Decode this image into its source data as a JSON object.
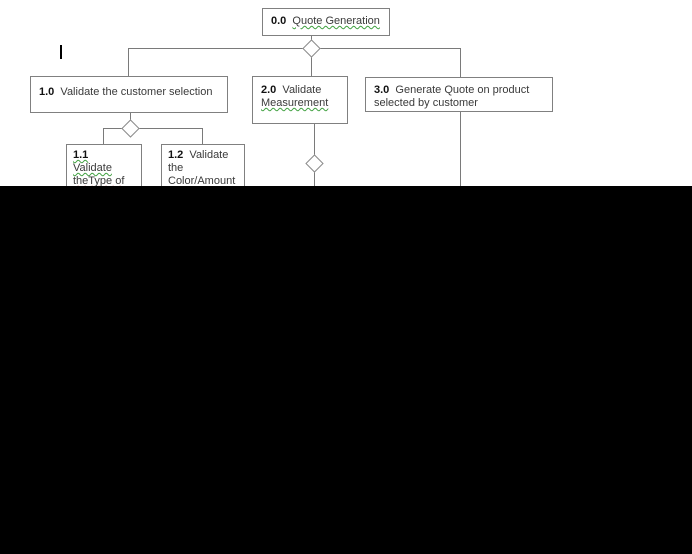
{
  "diagram": {
    "type": "functional-decomposition-tree",
    "title_node": "0.0 Quote Generation",
    "nodes": [
      {
        "id": "0.0",
        "number": "0.0",
        "label": "Quote Generation",
        "misspelled_word": "Generation",
        "spellcheck": "green-wavy"
      },
      {
        "id": "1.0",
        "number": "1.0",
        "label": "Validate the customer selection",
        "spellcheck": "none"
      },
      {
        "id": "2.0",
        "number": "2.0",
        "label_line1": "Validate",
        "label_line2": "Measurement",
        "misspelled_word": "Measurement",
        "spellcheck": "green-wavy"
      },
      {
        "id": "3.0",
        "number": "3.0",
        "label_line1": "Generate Quote on product",
        "label_line2": "selected by customer",
        "spellcheck": "none"
      },
      {
        "id": "1.1",
        "number": "1.1",
        "label_line1": "Validate",
        "label_line2": "theType of",
        "spellcheck": "green-wavy-and-red-wavy",
        "clipped": "true"
      },
      {
        "id": "1.2",
        "number": "1.2",
        "label_line1": "Validate",
        "label_line2": "the",
        "label_line3": "Color/Amount",
        "spellcheck": "none",
        "clipped": "true"
      }
    ],
    "connectors": [
      {
        "from": "0.0",
        "to": "1.0",
        "junction": "diamond"
      },
      {
        "from": "0.0",
        "to": "2.0",
        "junction": "diamond"
      },
      {
        "from": "0.0",
        "to": "3.0",
        "junction": "diamond"
      },
      {
        "from": "1.0",
        "to": "1.1",
        "junction": "diamond"
      },
      {
        "from": "1.0",
        "to": "1.2",
        "junction": "diamond"
      },
      {
        "from": "2.0",
        "to": "(below-cut)",
        "junction": "diamond"
      },
      {
        "from": "3.0",
        "to": "(below-cut)",
        "junction": "line"
      }
    ],
    "colors": {
      "page_background": "#ffffff",
      "blackout_background": "#000000",
      "box_border": "#808080",
      "connector_line": "#7a7a7a",
      "text": "#3a3a3a",
      "number_text": "#111111",
      "spellcheck_green": "#3fa03f",
      "spellcheck_red": "#c02020"
    },
    "caret_artifact": "text-cursor"
  }
}
